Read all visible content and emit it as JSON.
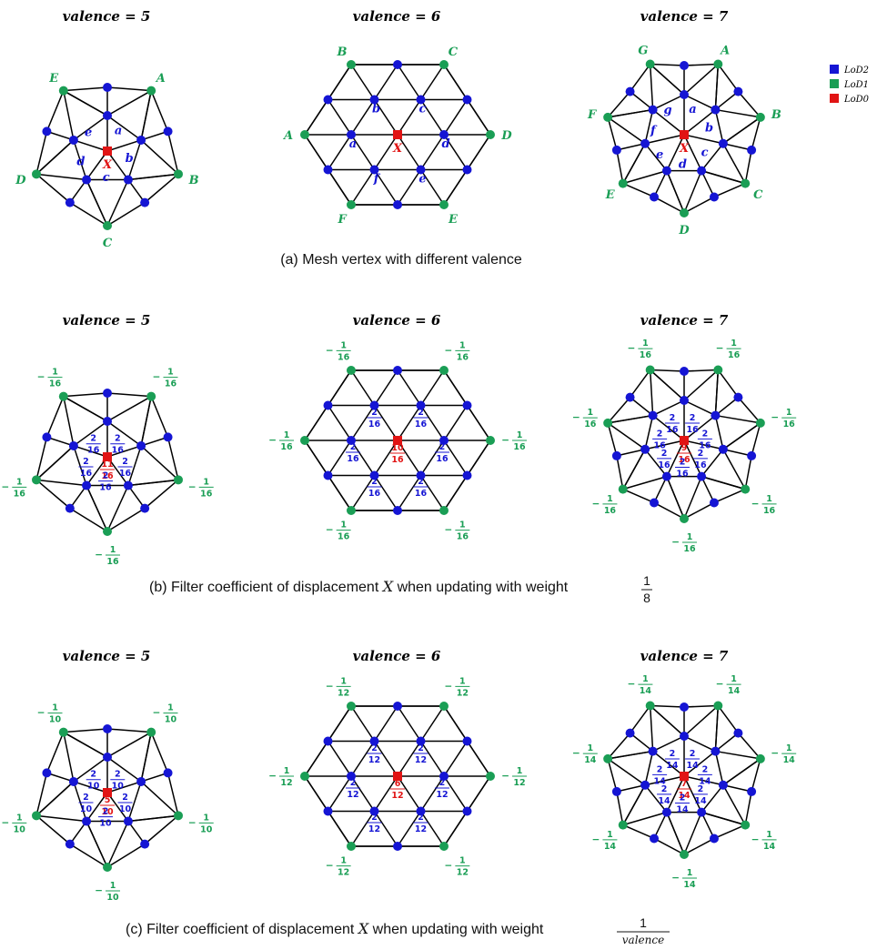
{
  "colors": {
    "lod2": "#1515d4",
    "lod1": "#1a9e55",
    "lod0": "#e11414",
    "edge": "#000000"
  },
  "legend": [
    {
      "label": "LoD2",
      "color": "#1515d4"
    },
    {
      "label": "LoD1",
      "color": "#1a9e55"
    },
    {
      "label": "LoD0",
      "color": "#e11414"
    }
  ],
  "headers": {
    "v5": "valence = 5",
    "v6": "valence = 6",
    "v7": "valence = 7"
  },
  "captions": {
    "a": "(a) Mesh vertex with different valence",
    "b_text": "(b) Filter coefficient of displacement",
    "b_var": "X",
    "b_tail": "when updating with weight",
    "b_num": "1",
    "b_den": "8",
    "c_text": "(c) Filter coefficient of displacement",
    "c_var": "X",
    "c_tail": "when updating with weight",
    "c_num": "1",
    "c_den": "valence"
  },
  "row_a": {
    "v5": {
      "center": "X",
      "inner": [
        "a",
        "b",
        "c",
        "d",
        "e"
      ],
      "outer": [
        "A",
        "B",
        "C",
        "D",
        "E"
      ]
    },
    "v6": {
      "center": "X",
      "inner": [
        "a",
        "b",
        "c",
        "d",
        "e",
        "f"
      ],
      "outer": [
        "A",
        "B",
        "C",
        "D",
        "E",
        "F"
      ]
    },
    "v7": {
      "center": "X",
      "inner": [
        "a",
        "b",
        "c",
        "d",
        "e",
        "f",
        "g"
      ],
      "outer": [
        "A",
        "B",
        "C",
        "D",
        "E",
        "F",
        "G"
      ]
    }
  },
  "row_b": {
    "v5": {
      "center": [
        "11",
        "16"
      ],
      "inner": [
        "2",
        "16"
      ],
      "outer": [
        "1",
        "16"
      ]
    },
    "v6": {
      "center": [
        "10",
        "16"
      ],
      "inner": [
        "2",
        "16"
      ],
      "outer": [
        "1",
        "16"
      ]
    },
    "v7": {
      "center": [
        "9",
        "16"
      ],
      "inner": [
        "2",
        "16"
      ],
      "outer": [
        "1",
        "16"
      ]
    }
  },
  "row_c": {
    "v5": {
      "center": [
        "5",
        "10"
      ],
      "inner": [
        "2",
        "10"
      ],
      "outer": [
        "1",
        "10"
      ]
    },
    "v6": {
      "center": [
        "6",
        "12"
      ],
      "inner": [
        "2",
        "12"
      ],
      "outer": [
        "1",
        "12"
      ]
    },
    "v7": {
      "center": [
        "7",
        "14"
      ],
      "inner": [
        "2",
        "14"
      ],
      "outer": [
        "1",
        "14"
      ]
    }
  }
}
